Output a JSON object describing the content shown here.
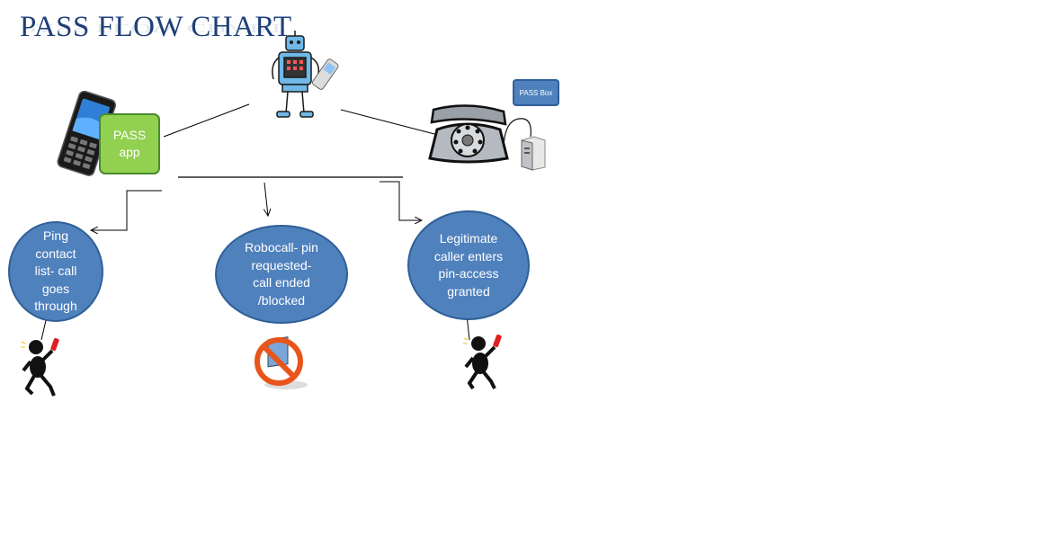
{
  "title": "PASS FLOW CHART",
  "nodes": {
    "pass_app": "PASS\napp",
    "pass_box": "PASS Box",
    "ping": "Ping\ncontact\nlist- call\ngoes\nthrough",
    "robocall": "Robocall- pin\nrequested-\ncall ended\n/blocked",
    "legitimate": "Legitimate\ncaller enters\npin-access\ngranted"
  },
  "icons": [
    "cell-phone-icon",
    "robot-icon",
    "rotary-telephone-icon",
    "computer-tower-icon",
    "person-phone-icon",
    "blocked-icon"
  ],
  "colors": {
    "title": "#1f3f78",
    "node_fill": "#4f81bd",
    "app_fill": "#92d050"
  }
}
